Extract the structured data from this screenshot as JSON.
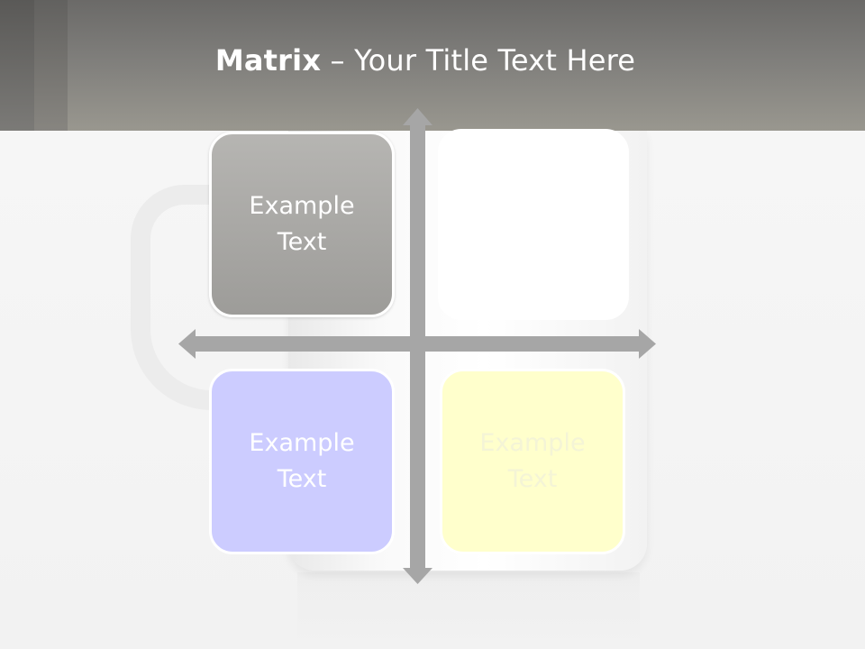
{
  "header": {
    "title_bold": "Matrix",
    "title_rest": " – Your Title Text Here"
  },
  "matrix": {
    "top_left": {
      "text": "Example\nText",
      "color": "#a9a8a5"
    },
    "top_right": {
      "text": "",
      "color": "#ffffff"
    },
    "bottom_left": {
      "text": "Example\nText",
      "color": "#ccccff"
    },
    "bottom_right": {
      "text": "Example\nText",
      "color": "#ffffcc"
    }
  },
  "axes": {
    "color": "#a6a6a6",
    "arrows": "four-way"
  },
  "background": {
    "illustration": "mug"
  }
}
